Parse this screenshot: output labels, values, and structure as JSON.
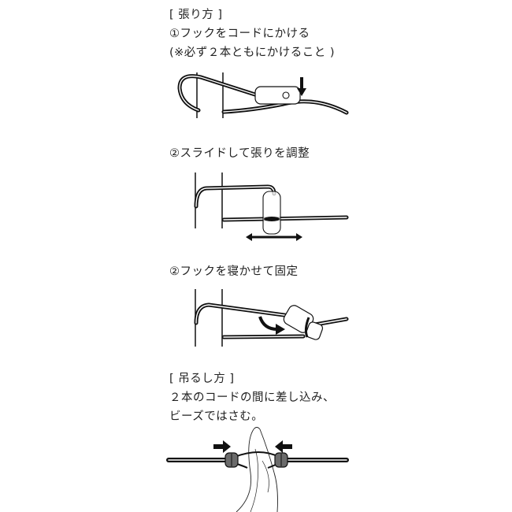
{
  "section_tension": {
    "heading": "[ 張り方 ]",
    "step1_title": "①フックをコードにかける",
    "step1_note": "(※必ず２本ともにかけること )",
    "step2_title": "②スライドして張りを調整",
    "step3_title": "②フックを寝かせて固定"
  },
  "section_hanging": {
    "heading": "[ 吊るし方 ]",
    "line1": "２本のコードの間に差し込み、",
    "line2": "ビーズではさむ。"
  },
  "illustrations": {
    "step1": "hook-on-cord-down-arrow",
    "step2": "slide-adjust-double-arrow",
    "step3": "hook-lay-flat-curved-arrow",
    "hanging": "cloth-between-cords-beads-arrows"
  },
  "colors": {
    "line": "#111111",
    "bead": "#6b6b6b",
    "background": "#ffffff"
  }
}
